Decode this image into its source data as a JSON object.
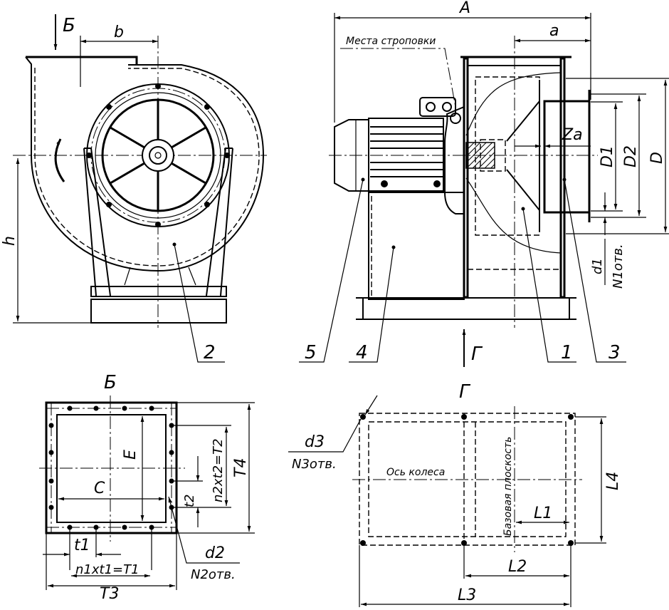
{
  "front_view": {
    "view_arrow": "Б",
    "dim_b": "b",
    "dim_h": "h",
    "callout_2": "2"
  },
  "side_view": {
    "dim_A": "A",
    "dim_a": "a",
    "lifting_points": "Места строповки",
    "dim_Za": "Za",
    "dim_D1": "D1",
    "dim_D2": "D2",
    "dim_D": "D",
    "dim_d1": "d1",
    "holes_N1": "N1отв.",
    "callout_5": "5",
    "callout_4": "4",
    "callout_1": "1",
    "callout_3": "3",
    "view_arrow": "Г"
  },
  "view_B": {
    "title": "Б",
    "dim_E": "E",
    "dim_C": "C",
    "dim_t2": "t2",
    "dim_T2": "n2xt2=T2",
    "dim_T4": "T4",
    "dim_t1": "t1",
    "dim_T1": "n1xt1=T1",
    "dim_T3": "T3",
    "dim_d2": "d2",
    "holes_N2": "N2отв."
  },
  "view_G": {
    "title": "Г",
    "dim_d3": "d3",
    "holes_N3": "N3отв.",
    "wheel_axis": "Ось колеса",
    "base_plane": "Базовая плоскость",
    "dim_L1": "L1",
    "dim_L2": "L2",
    "dim_L3": "L3",
    "dim_L4": "L4"
  }
}
